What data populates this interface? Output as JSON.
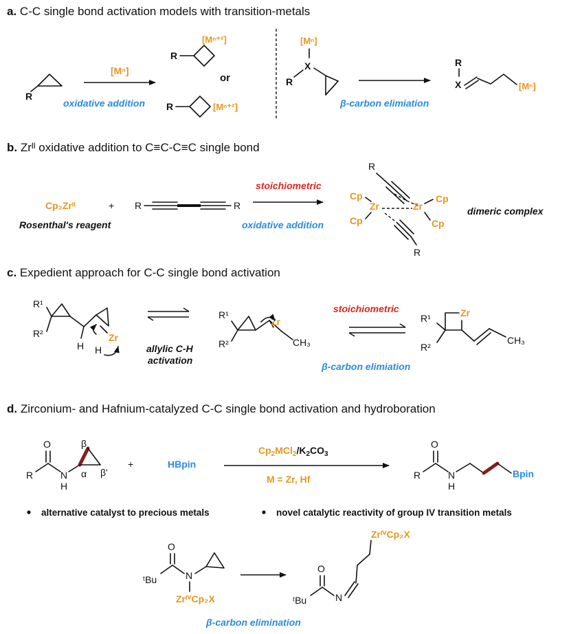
{
  "colors": {
    "metal": "#e8961c",
    "mechanism": "#2a8be0",
    "stoichiometric": "#e0241b",
    "highlight_bond": "#8b1a1a",
    "text": "#111111"
  },
  "section_a": {
    "letter": "a.",
    "title": "C-C single bond activation models with transition-metals",
    "substituent_R": "R",
    "reagent": "[Mⁿ]",
    "mechanism": "oxidative addition",
    "product_metal": "[Mⁿ⁺²]",
    "or": "or",
    "x_metal": "[Mⁿ]",
    "x_atom": "X",
    "mechanism_beta": "β-carbon elimiation",
    "product_metal_right": "[Mⁿ]"
  },
  "section_b": {
    "letter": "b.",
    "title": "Zrᴵᴵ oxidative addition to C≡C-C≡C single bond",
    "reagent": "Cp₂Zrᴵᴵ",
    "plus": "+",
    "reagent_name": "Rosenthal's reagent",
    "condition": "stoichiometric",
    "mechanism": "oxidative addition",
    "cp": "Cp",
    "zr": "Zr",
    "product_label": "dimeric complex"
  },
  "section_c": {
    "letter": "c.",
    "title": "Expedient approach for C-C single bond activation",
    "r1": "R¹",
    "r2": "R²",
    "h": "H",
    "zr": "Zr",
    "step1_line1": "allylic C-H",
    "step1_line2": "activation",
    "ch3": "CH₃",
    "condition": "stoichiometric",
    "mechanism": "β-carbon elimiation"
  },
  "section_d": {
    "letter": "d.",
    "title": "Zirconium- and Hafnium-catalyzed C-C single bond activation and hydroboration",
    "o": "O",
    "r": "R",
    "n": "N",
    "h": "H",
    "alpha": "α",
    "beta": "β",
    "beta_prime": "β'",
    "plus": "+",
    "reagent": "HBpin",
    "catalyst": "Cp₂MCl₂/K₂CO₃",
    "metals": "M = Zr, Hf",
    "product_group": "Bpin",
    "bullet1": "alternative catalyst to precious metals",
    "bullet2": "novel catalytic reactivity of group IV transition metals",
    "tbu": "ᵗBu",
    "zr_complex": "ZrᴵⱽCp₂X",
    "mechanism": "β-carbon elimination"
  }
}
